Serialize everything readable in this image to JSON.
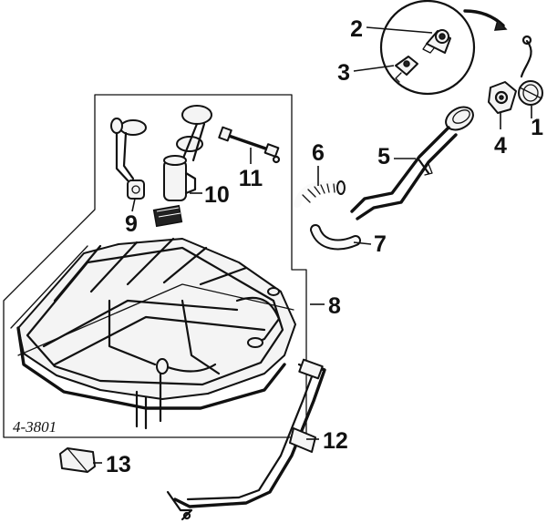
{
  "figure": {
    "number": "4-3801"
  },
  "callouts": [
    {
      "id": "1",
      "label": "1"
    },
    {
      "id": "2",
      "label": "2"
    },
    {
      "id": "3",
      "label": "3"
    },
    {
      "id": "4",
      "label": "4"
    },
    {
      "id": "5",
      "label": "5"
    },
    {
      "id": "6",
      "label": "6"
    },
    {
      "id": "7",
      "label": "7"
    },
    {
      "id": "8",
      "label": "8"
    },
    {
      "id": "9",
      "label": "9"
    },
    {
      "id": "10",
      "label": "10"
    },
    {
      "id": "11",
      "label": "11"
    },
    {
      "id": "12",
      "label": "12"
    },
    {
      "id": "13",
      "label": "13"
    }
  ]
}
